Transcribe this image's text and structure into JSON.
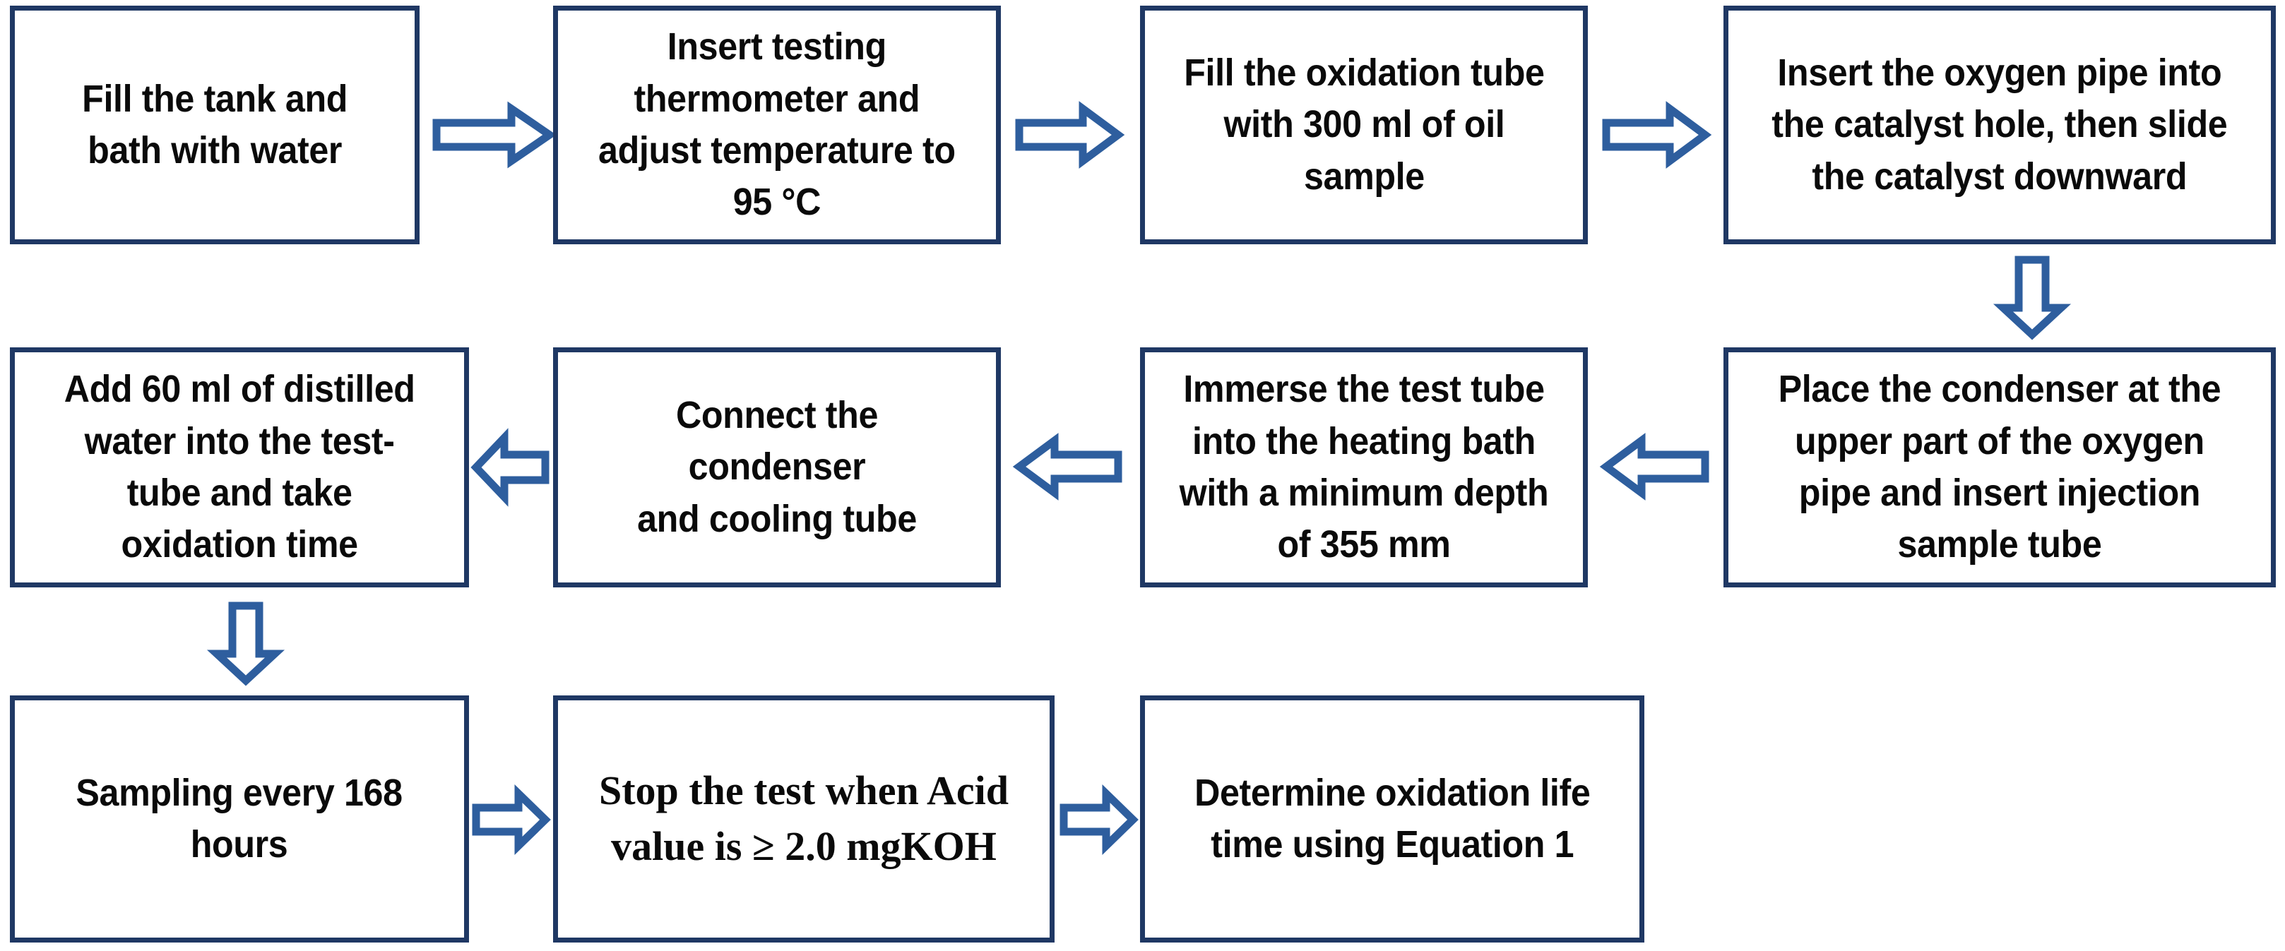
{
  "diagram": {
    "title": "Oxidation stability test procedure flowchart",
    "colors": {
      "box_border": "#1F3864",
      "arrow_stroke": "#2E5E9E",
      "box_fill": "#FFFFFF",
      "text": "#0A0A0A",
      "background": "#FFFFFF"
    },
    "rows": [
      {
        "id": "row-1",
        "direction": "left-to-right",
        "steps": [
          {
            "id": "step-1",
            "text": "Fill the tank and\nbath with water"
          },
          {
            "id": "step-2",
            "text": "Insert testing\nthermometer and\nadjust temperature to\n95 °C"
          },
          {
            "id": "step-3",
            "text": "Fill the oxidation tube\nwith 300 ml of oil\nsample"
          },
          {
            "id": "step-4",
            "text": "Insert the oxygen pipe into\nthe catalyst hole, then slide\nthe catalyst downward"
          }
        ]
      },
      {
        "id": "row-2",
        "direction": "right-to-left",
        "steps": [
          {
            "id": "step-5",
            "text": "Place the condenser at the\nupper part of the oxygen\npipe and insert injection\nsample tube"
          },
          {
            "id": "step-6",
            "text": "Immerse the test tube\ninto the heating bath\nwith a minimum depth\nof 355 mm"
          },
          {
            "id": "step-7",
            "text": "Connect the condenser\nand cooling tube"
          },
          {
            "id": "step-8",
            "text": "Add 60 ml of distilled\nwater into the test-\ntube and take\noxidation time"
          }
        ]
      },
      {
        "id": "row-3",
        "direction": "left-to-right",
        "steps": [
          {
            "id": "step-9",
            "text": "Sampling every 168\nhours"
          },
          {
            "id": "step-10",
            "text": "Stop the test when Acid\nvalue is ≥ 2.0 mgKOH"
          },
          {
            "id": "step-11",
            "text": "Determine oxidation life\ntime using Equation 1"
          }
        ]
      }
    ],
    "connectors": [
      {
        "id": "connector-1",
        "icon": "arrow-right-icon",
        "from": "step-1",
        "to": "step-2"
      },
      {
        "id": "connector-2",
        "icon": "arrow-right-icon",
        "from": "step-2",
        "to": "step-3"
      },
      {
        "id": "connector-3",
        "icon": "arrow-right-icon",
        "from": "step-3",
        "to": "step-4"
      },
      {
        "id": "connector-4",
        "icon": "arrow-down-icon",
        "from": "step-4",
        "to": "step-5"
      },
      {
        "id": "connector-5",
        "icon": "arrow-left-icon",
        "from": "step-5",
        "to": "step-6"
      },
      {
        "id": "connector-6",
        "icon": "arrow-left-icon",
        "from": "step-6",
        "to": "step-7"
      },
      {
        "id": "connector-7",
        "icon": "arrow-left-icon",
        "from": "step-7",
        "to": "step-8"
      },
      {
        "id": "connector-8",
        "icon": "arrow-down-icon",
        "from": "step-8",
        "to": "step-9"
      },
      {
        "id": "connector-9",
        "icon": "arrow-right-icon",
        "from": "step-9",
        "to": "step-10"
      },
      {
        "id": "connector-10",
        "icon": "arrow-right-icon",
        "from": "step-10",
        "to": "step-11"
      }
    ]
  }
}
